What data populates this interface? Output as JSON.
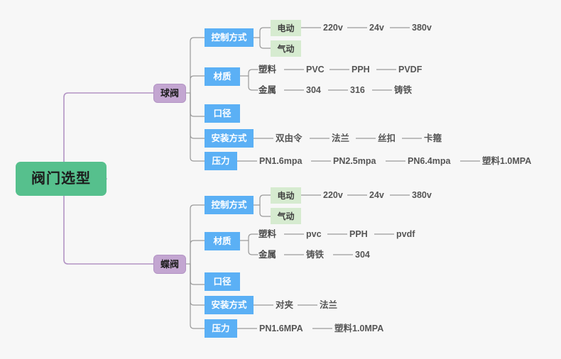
{
  "title": "阀门选型",
  "colors": {
    "background": "#f7f7f7",
    "root_fill": "#56c08d",
    "level1_fill": "#c3a6d1",
    "level1_border": "#b394c4",
    "level2_fill": "#5bb0f5",
    "level2_text": "#ffffff",
    "level3_chip_fill": "#d6ebd0",
    "leaf_text": "#555555",
    "root_link": "#b394c4",
    "branch_link": "#9a9a9a"
  },
  "root": {
    "label": "阀门选型"
  },
  "branches": [
    {
      "label": "球阀",
      "children": [
        {
          "label": "控制方式",
          "children": [
            {
              "label": "电动",
              "chip": true,
              "leaves": [
                "220v",
                "24v",
                "380v"
              ]
            },
            {
              "label": "气动",
              "chip": true,
              "leaves": []
            }
          ]
        },
        {
          "label": "材质",
          "children": [
            {
              "label": "塑料",
              "chip": false,
              "leaves": [
                "PVC",
                "PPH",
                "PVDF"
              ]
            },
            {
              "label": "金属",
              "chip": false,
              "leaves": [
                "304",
                "316",
                "铸铁"
              ]
            }
          ]
        },
        {
          "label": "口径",
          "children": []
        },
        {
          "label": "安装方式",
          "leaves": [
            "双由令",
            "法兰",
            "丝扣",
            "卡箍"
          ]
        },
        {
          "label": "压力",
          "leaves": [
            "PN1.6mpa",
            "PN2.5mpa",
            "PN6.4mpa",
            "塑料1.0MPA"
          ]
        }
      ]
    },
    {
      "label": "蝶阀",
      "children": [
        {
          "label": "控制方式",
          "children": [
            {
              "label": "电动",
              "chip": true,
              "leaves": [
                "220v",
                "24v",
                "380v"
              ]
            },
            {
              "label": "气动",
              "chip": true,
              "leaves": []
            }
          ]
        },
        {
          "label": "材质",
          "children": [
            {
              "label": "塑料",
              "chip": false,
              "leaves": [
                "pvc",
                "PPH",
                "pvdf"
              ]
            },
            {
              "label": "金属",
              "chip": false,
              "leaves": [
                "铸铁",
                "304"
              ]
            }
          ]
        },
        {
          "label": "口径",
          "children": []
        },
        {
          "label": "安装方式",
          "leaves": [
            "对夹",
            "法兰"
          ]
        },
        {
          "label": "压力",
          "leaves": [
            "PN1.6MPA",
            "塑料1.0MPA"
          ]
        }
      ]
    }
  ],
  "nodes": {
    "root": {
      "label": "阀门选型"
    },
    "b0": {
      "label": "球阀"
    },
    "b0c0": {
      "label": "控制方式"
    },
    "b0c0g0": {
      "label": "电动"
    },
    "b0c0g0l0": {
      "label": "220v"
    },
    "b0c0g0l1": {
      "label": "24v"
    },
    "b0c0g0l2": {
      "label": "380v"
    },
    "b0c0g1": {
      "label": "气动"
    },
    "b0c1": {
      "label": "材质"
    },
    "b0c1g0": {
      "label": "塑料"
    },
    "b0c1g0l0": {
      "label": "PVC"
    },
    "b0c1g0l1": {
      "label": "PPH"
    },
    "b0c1g0l2": {
      "label": "PVDF"
    },
    "b0c1g1": {
      "label": "金属"
    },
    "b0c1g1l0": {
      "label": "304"
    },
    "b0c1g1l1": {
      "label": "316"
    },
    "b0c1g1l2": {
      "label": "铸铁"
    },
    "b0c2": {
      "label": "口径"
    },
    "b0c3": {
      "label": "安装方式"
    },
    "b0c3l0": {
      "label": "双由令"
    },
    "b0c3l1": {
      "label": "法兰"
    },
    "b0c3l2": {
      "label": "丝扣"
    },
    "b0c3l3": {
      "label": "卡箍"
    },
    "b0c4": {
      "label": "压力"
    },
    "b0c4l0": {
      "label": "PN1.6mpa"
    },
    "b0c4l1": {
      "label": "PN2.5mpa"
    },
    "b0c4l2": {
      "label": "PN6.4mpa"
    },
    "b0c4l3": {
      "label": "塑料1.0MPA"
    },
    "b1": {
      "label": "蝶阀"
    },
    "b1c0": {
      "label": "控制方式"
    },
    "b1c0g0": {
      "label": "电动"
    },
    "b1c0g0l0": {
      "label": "220v"
    },
    "b1c0g0l1": {
      "label": "24v"
    },
    "b1c0g0l2": {
      "label": "380v"
    },
    "b1c0g1": {
      "label": "气动"
    },
    "b1c1": {
      "label": "材质"
    },
    "b1c1g0": {
      "label": "塑料"
    },
    "b1c1g0l0": {
      "label": "pvc"
    },
    "b1c1g0l1": {
      "label": "PPH"
    },
    "b1c1g0l2": {
      "label": "pvdf"
    },
    "b1c1g1": {
      "label": "金属"
    },
    "b1c1g1l0": {
      "label": "铸铁"
    },
    "b1c1g1l1": {
      "label": "304"
    },
    "b1c2": {
      "label": "口径"
    },
    "b1c3": {
      "label": "安装方式"
    },
    "b1c3l0": {
      "label": "对夹"
    },
    "b1c3l1": {
      "label": "法兰"
    },
    "b1c4": {
      "label": "压力"
    },
    "b1c4l0": {
      "label": "PN1.6MPA"
    },
    "b1c4l1": {
      "label": "塑料1.0MPA"
    }
  }
}
